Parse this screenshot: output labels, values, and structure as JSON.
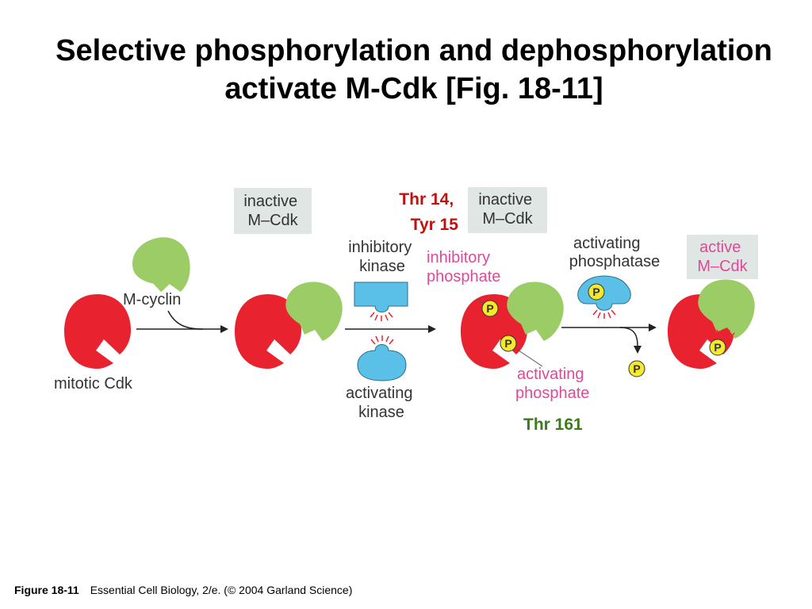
{
  "slide": {
    "title_line1": "Selective phosphorylation and dephosphorylation",
    "title_line2": "activate M-Cdk [Fig. 18-11]"
  },
  "figure": {
    "labels": {
      "inactive_box1": [
        "inactive",
        "M–Cdk"
      ],
      "inactive_box2": [
        "inactive",
        "M–Cdk"
      ],
      "active_box": [
        "active",
        "M–Cdk"
      ],
      "m_cyclin": "M-cyclin",
      "mitotic_cdk": "mitotic Cdk",
      "inhibitory_kinase": [
        "inhibitory",
        "kinase"
      ],
      "activating_kinase": [
        "activating",
        "kinase"
      ],
      "inhibitory_phosphate": [
        "inhibitory",
        "phosphate"
      ],
      "activating_phosphate": [
        "activating",
        "phosphate"
      ],
      "activating_phosphatase": [
        "activating",
        "phosphatase"
      ],
      "thr14_tyr15": [
        "Thr 14,",
        "Tyr 15"
      ],
      "thr161": "Thr 161",
      "phosphate_symbol": "P"
    },
    "colors": {
      "cdk_red": "#e8232f",
      "cyclin_green": "#9ccc65",
      "enzyme_blue": "#5bc0e8",
      "phosphate_yellow": "#f5e92b",
      "label_box_gray": "#dfe6e3",
      "annotation_magenta": "#e0489a",
      "residue_red": "#c01010",
      "residue_green": "#3d7a1b"
    }
  },
  "caption": {
    "figure_number": "Figure 18-11",
    "text": "Essential Cell Biology, 2/e. (© 2004 Garland Science)"
  }
}
